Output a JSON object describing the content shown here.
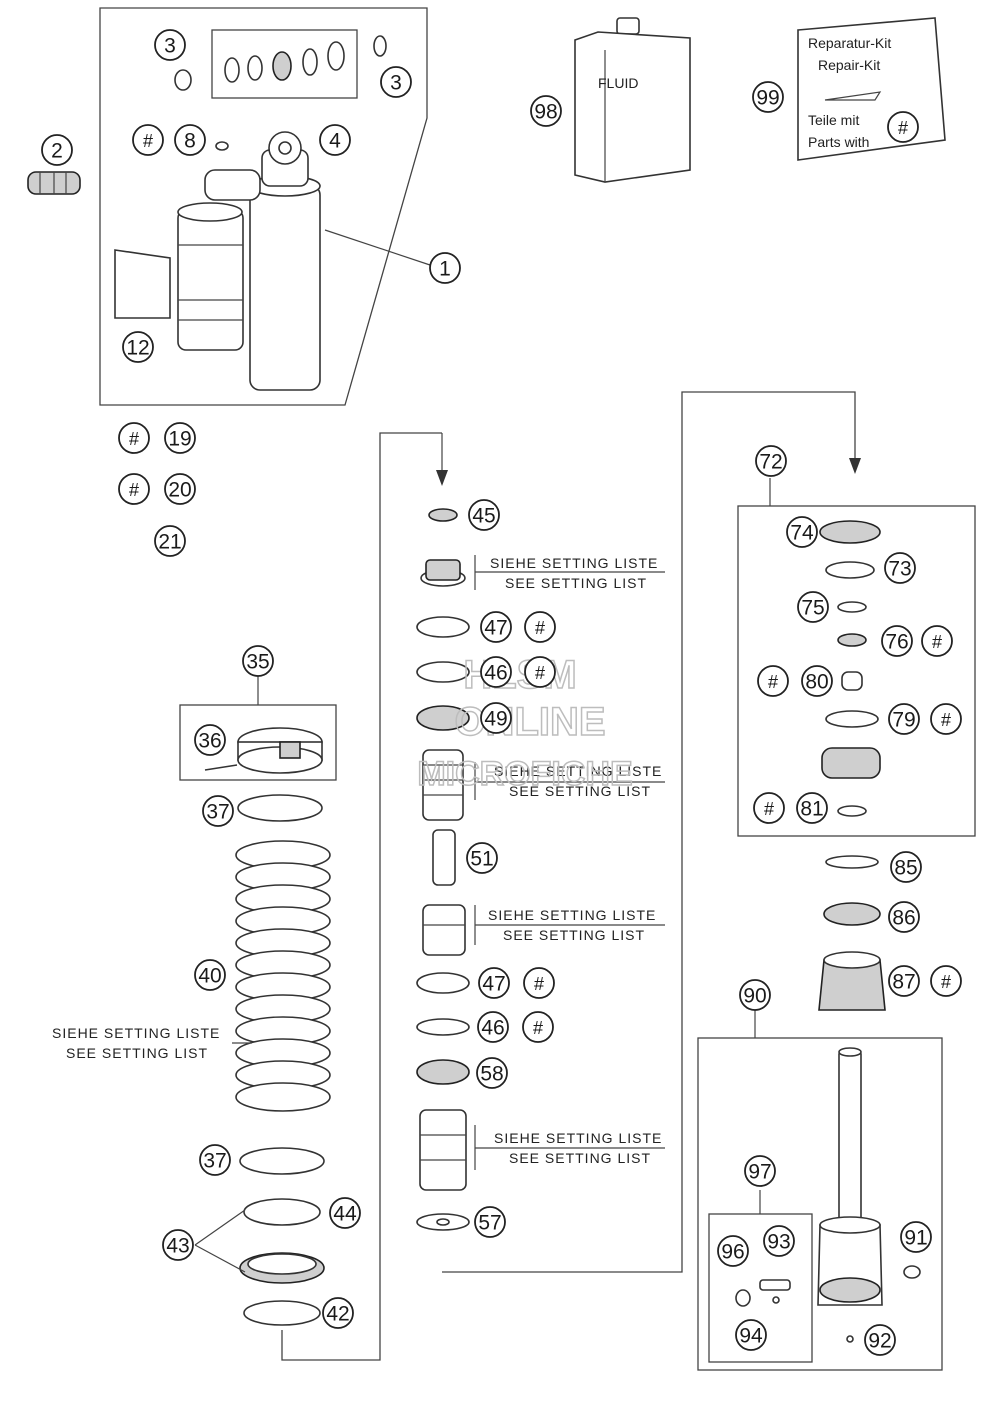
{
  "diagram": {
    "callouts": [
      "1",
      "2",
      "3",
      "3",
      "4",
      "8",
      "12",
      "19",
      "20",
      "21",
      "35",
      "36",
      "37",
      "37",
      "40",
      "42",
      "43",
      "44",
      "45",
      "47",
      "46",
      "49",
      "51",
      "47",
      "46",
      "58",
      "57",
      "72",
      "74",
      "73",
      "75",
      "76",
      "80",
      "79",
      "81",
      "85",
      "86",
      "87",
      "90",
      "97",
      "96",
      "93",
      "94",
      "91",
      "92",
      "98",
      "99"
    ],
    "optional_mark": "#",
    "setting_note": {
      "de": "SIEHE SETTING LISTE",
      "en": "SEE SETTING LIST"
    },
    "fluid_label": "FLUID",
    "repair_kit": {
      "line1": "Reparatur-Kit",
      "line2": "Repair-Kit",
      "line3": "Teile mit",
      "line4": "Parts with"
    },
    "watermark": [
      "HLSM",
      "ONLINE",
      "MICROFICHE"
    ]
  }
}
